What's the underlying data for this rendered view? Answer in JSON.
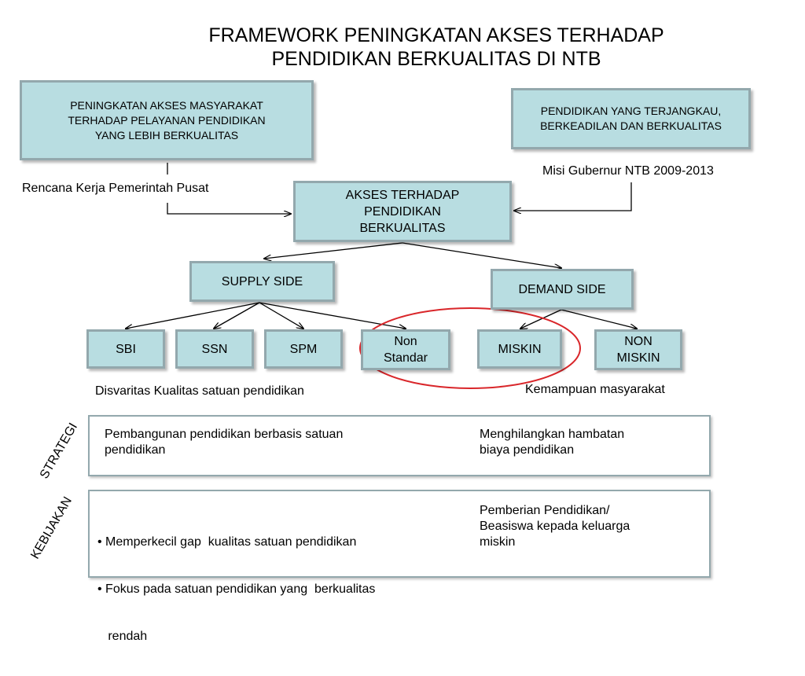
{
  "title": {
    "line1": "FRAMEWORK PENINGKATAN AKSES TERHADAP",
    "line2": "PENDIDIKAN BERKUALITAS DI NTB"
  },
  "boxes": {
    "top_left": [
      "PENINGKATAN AKSES MASYARAKAT",
      "TERHADAP PELAYANAN PENDIDIKAN",
      "YANG LEBIH BERKUALITAS"
    ],
    "top_right": [
      "PENDIDIKAN YANG TERJANGKAU,",
      "BERKEADILAN DAN BERKUALITAS"
    ],
    "center": [
      "AKSES TERHADAP",
      "PENDIDIKAN",
      "BERKUALITAS"
    ],
    "supply": "SUPPLY  SIDE",
    "demand": "DEMAND  SIDE",
    "sbi": "SBI",
    "ssn": "SSN",
    "spm": "SPM",
    "non_standar": [
      "Non",
      "Standar"
    ],
    "miskin": "MISKIN",
    "non_miskin": [
      "NON",
      "MISKIN"
    ]
  },
  "labels": {
    "rencana": "Rencana Kerja Pemerintah  Pusat",
    "misi": "Misi Gubernur NTB 2009-2013",
    "disvaritas": "Disvaritas Kualitas satuan pendidikan",
    "kemampuan": "Kemampuan masyarakat"
  },
  "strategi": {
    "side_label": "STRATEGI",
    "left": [
      "Pembangunan pendidikan berbasis satuan",
      "pendidikan"
    ],
    "right": [
      "Menghilangkan hambatan",
      "biaya pendidikan"
    ]
  },
  "kebijakan": {
    "side_label": "KEBIJAKAN",
    "left": [
      "• Memperkecil gap  kualitas satuan pendidikan",
      "• Fokus pada satuan pendidikan yang  berkualitas",
      "   rendah"
    ],
    "right": [
      "Pemberian Pendidikan/",
      "Beasiswa kepada keluarga",
      "miskin"
    ]
  },
  "colors": {
    "box_fill": "#b8dde1",
    "box_border": "#93a8ad",
    "highlight_ellipse": "#d9262a"
  }
}
